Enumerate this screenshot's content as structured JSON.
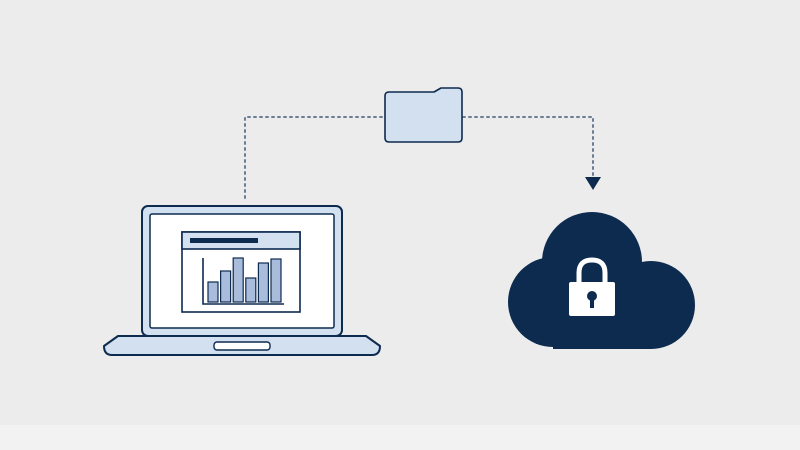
{
  "colors": {
    "background": "#ececec",
    "bottom_band": "#f2f2f2",
    "navy": "#0d2a4f",
    "connector": "#6c7e96",
    "light_blue": "#d3e0f0",
    "bar_blue": "#a9bcdb",
    "screen_white": "#ffffff",
    "lock_white": "#ffffff"
  },
  "nodes": {
    "source": {
      "icon": "laptop-with-chart-icon"
    },
    "transfer": {
      "icon": "folder-icon"
    },
    "destination": {
      "icon": "cloud-lock-icon"
    }
  },
  "connector": {
    "style": "dotted",
    "direction": "laptop-to-cloud",
    "arrow": "arrowhead-down-icon"
  },
  "chart_preview": {
    "bars": [
      0.45,
      0.7,
      1.0,
      0.55,
      0.88,
      0.98
    ]
  }
}
